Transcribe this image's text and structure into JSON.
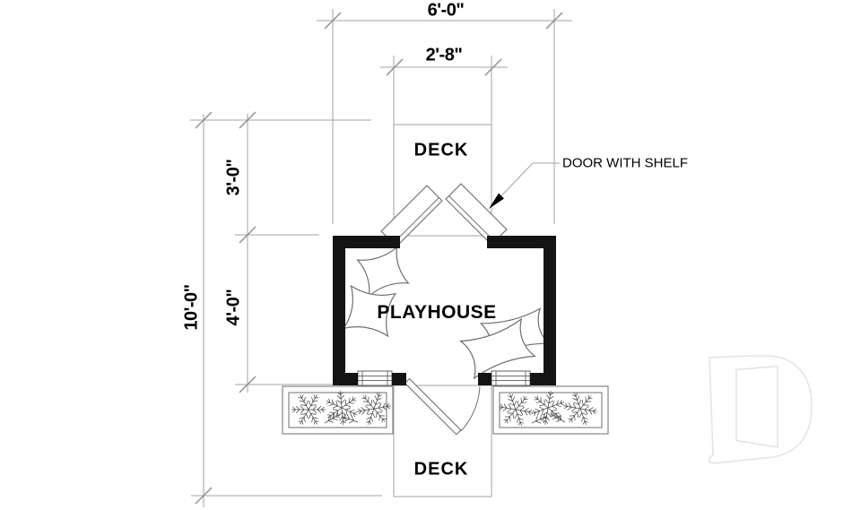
{
  "colors": {
    "wall": "#141414",
    "line": "#a3a3a3",
    "tick": "#8c8c8c",
    "detail": "#6e6e6e",
    "plant": "#4a4a4a",
    "text": "#000000",
    "watermark": "#e3e3e3"
  },
  "labels": {
    "room": "PLAYHOUSE",
    "deck_top": "DECK",
    "deck_bottom": "DECK",
    "door_note": "DOOR WITH SHELF"
  },
  "dimensions": {
    "overall_width": "6'-0\"",
    "deck_width": "2'-8\"",
    "deck_depth": "3'-0\"",
    "room_depth": "4'-0\"",
    "overall_height": "10'-0\""
  }
}
